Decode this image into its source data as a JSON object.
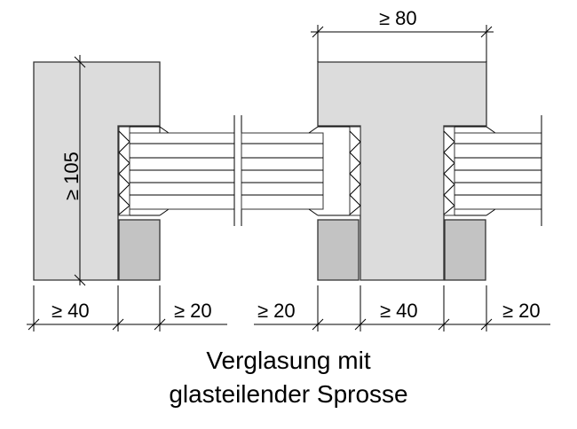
{
  "diagram": {
    "colors": {
      "frame": "#dcdcdc",
      "bead": "#c3c3c3",
      "line": "#333333",
      "background": "#ffffff"
    },
    "dimensions": {
      "left_height": "≥ 105",
      "left_frame_width": "≥ 40",
      "left_bead_width": "≥ 20",
      "mullion_bead_left": "≥ 20",
      "mullion_width": "≥ 40",
      "mullion_bead_right": "≥ 20",
      "mullion_top_width": "≥ 80"
    },
    "caption": {
      "line1": "Verglasung mit",
      "line2": "glasteilender Sprosse"
    }
  }
}
